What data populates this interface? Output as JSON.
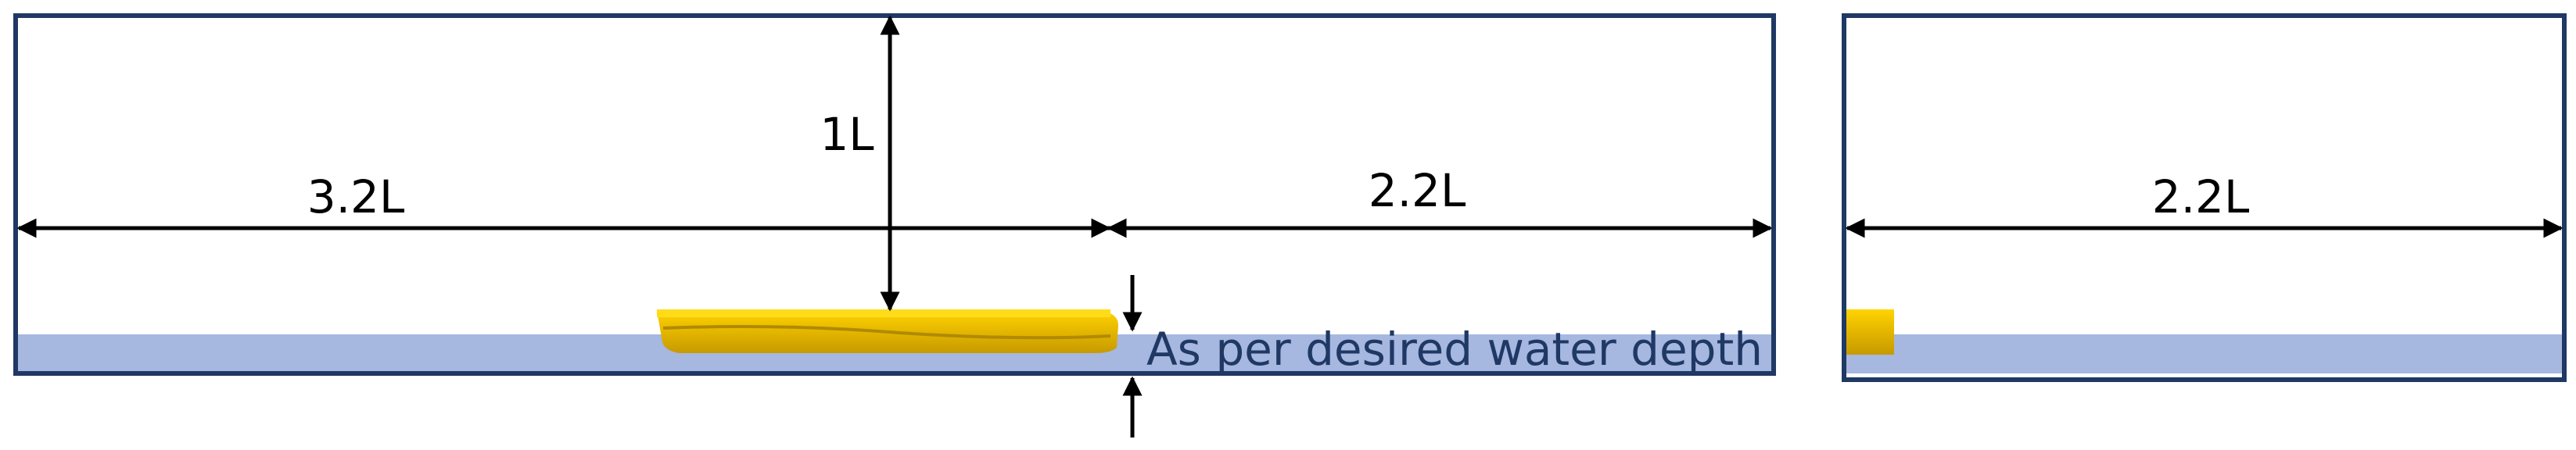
{
  "left_panel": {
    "label_upstream": "3.2L",
    "label_height": "1L",
    "label_downstream": "2.2L",
    "water_note": "As per desired water depth"
  },
  "right_panel": {
    "label_width": "2.2L"
  },
  "colors": {
    "frame": "#1f3864",
    "water": "#a6b7e0",
    "hull": "#f2c500",
    "note_text": "#1f3864"
  }
}
